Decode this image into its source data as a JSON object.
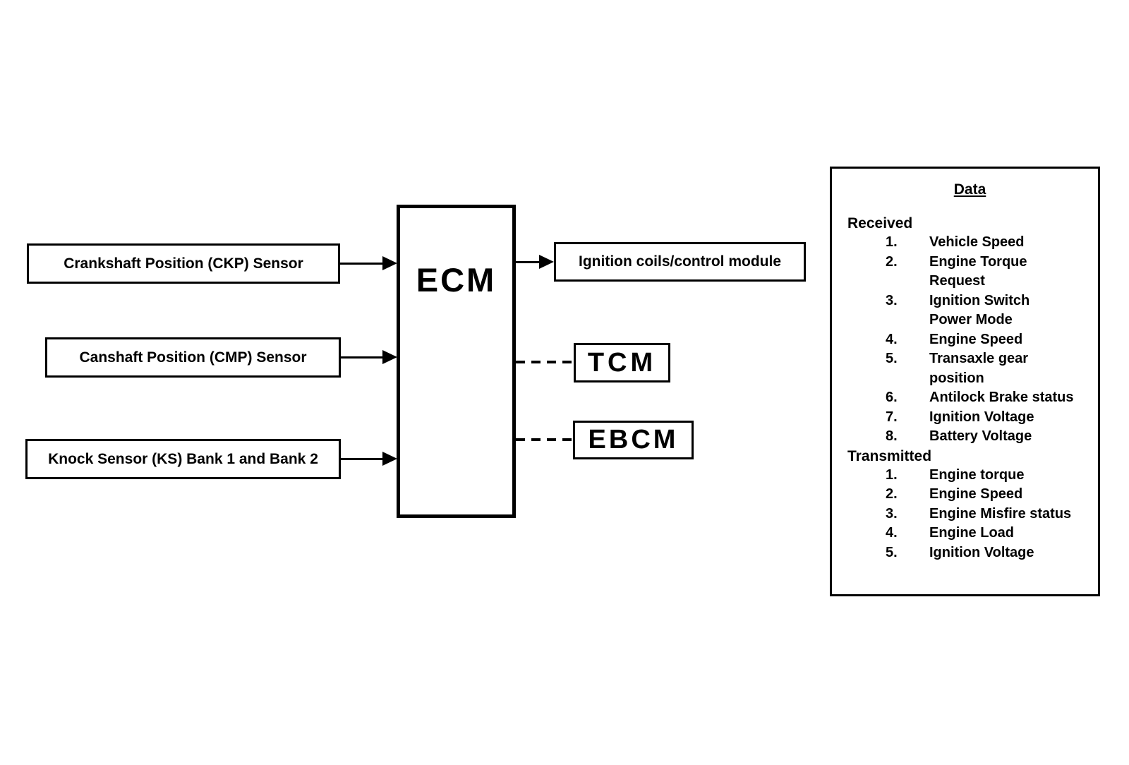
{
  "colors": {
    "ink": "#000000",
    "paper": "#ffffff"
  },
  "diagram": {
    "ecm": {
      "label": "ECM"
    },
    "inputs": [
      {
        "label": "Crankshaft Position (CKP) Sensor",
        "link": "solid-arrow"
      },
      {
        "label": "Canshaft Position (CMP) Sensor",
        "link": "solid-arrow"
      },
      {
        "label": "Knock Sensor (KS) Bank 1 and Bank 2",
        "link": "solid-arrow"
      }
    ],
    "outputs": [
      {
        "label": "Ignition coils/control module",
        "link": "solid-arrow"
      },
      {
        "label": "TCM",
        "link": "dashed-line"
      },
      {
        "label": "EBCM",
        "link": "dashed-line"
      }
    ],
    "data_panel": {
      "title": "Data",
      "received": {
        "heading": "Received",
        "items": [
          {
            "num": "1.",
            "label": "Vehicle Speed"
          },
          {
            "num": "2.",
            "label": "Engine Torque\nRequest"
          },
          {
            "num": "3.",
            "label": "Ignition Switch\nPower Mode"
          },
          {
            "num": "4.",
            "label": "Engine Speed"
          },
          {
            "num": "5.",
            "label": "Transaxle gear\nposition"
          },
          {
            "num": "6.",
            "label": "Antilock Brake status"
          },
          {
            "num": "7.",
            "label": "Ignition Voltage"
          },
          {
            "num": "8.",
            "label": "Battery Voltage"
          }
        ]
      },
      "transmitted": {
        "heading": "Transmitted",
        "items": [
          {
            "num": "1.",
            "label": "Engine torque"
          },
          {
            "num": "2.",
            "label": "Engine Speed"
          },
          {
            "num": "3.",
            "label": "Engine Misfire status"
          },
          {
            "num": "4.",
            "label": "Engine Load"
          },
          {
            "num": "5.",
            "label": "Ignition Voltage"
          }
        ]
      }
    }
  }
}
